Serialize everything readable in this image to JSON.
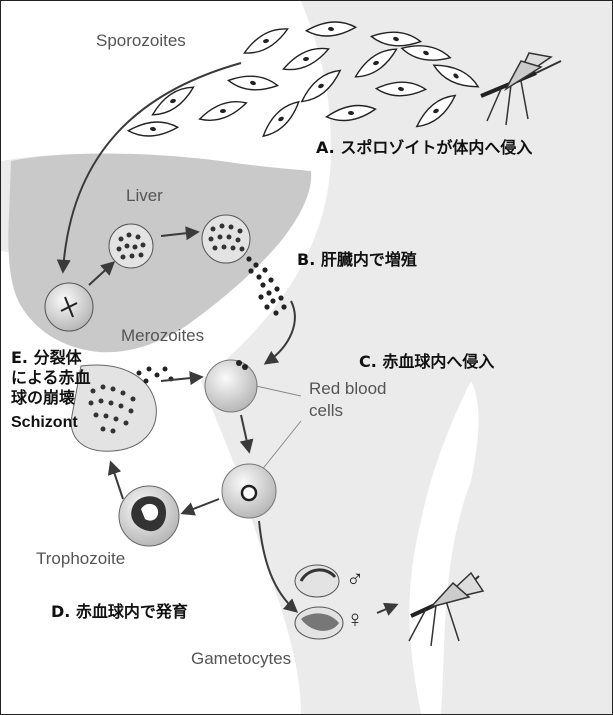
{
  "labels_en": {
    "sporozoites": "Sporozoites",
    "liver": "Liver",
    "merozoites": "Merozoites",
    "red_blood_cells_line1": "Red blood",
    "red_blood_cells_line2": "cells",
    "trophozoite": "Trophozoite",
    "gametocytes": "Gametocytes",
    "schizont": "Schizont"
  },
  "steps_ja": {
    "a": "A. スポロゾイトが体内へ侵入",
    "b": "B. 肝臓内で増殖",
    "c": "C. 赤血球内へ侵入",
    "d": "D. 赤血球内で発育",
    "e_line1": "E. 分裂体",
    "e_line2": "による赤血",
    "e_line3": "球の崩壊"
  },
  "symbols": {
    "male": "♂",
    "female": "♀"
  },
  "colors": {
    "body_silhouette": "#ebebeb",
    "liver": "#c9c9c9",
    "cell_fill": "#e3e3e3",
    "arrow": "#3a3a3a"
  }
}
